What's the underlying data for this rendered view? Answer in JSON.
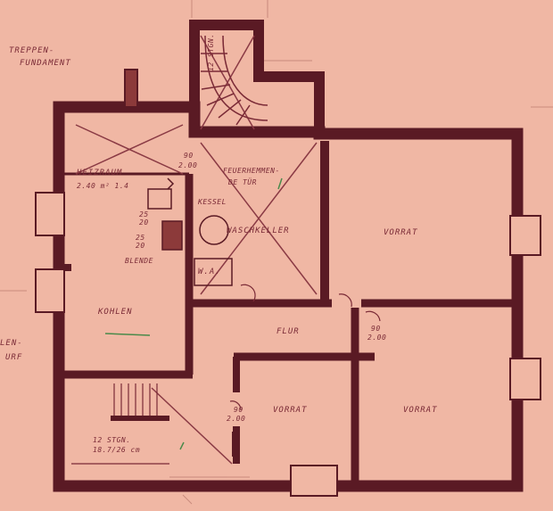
{
  "colors": {
    "paper": "#f0b7a4",
    "wall": "#5a1a24",
    "ink": "#7a2a36",
    "pencil": "#4a8a4a"
  },
  "labels": {
    "treppen_fundament_1": "TREPPEN-",
    "treppen_fundament_2": "FUNDAMENT",
    "heizraum": "HEIZRAUM",
    "heizraum_area": "2.40 m² 1.4",
    "door_top": "90",
    "door_top_h": "2.00",
    "feuerhemmende_1": "FEUERHEMMEN-",
    "feuerhemmende_2": "DE TÜR",
    "kessel": "KESSEL",
    "waschkeller": "WASCHKELLER",
    "vorrat_top": "VORRAT",
    "blende": "BLENDE",
    "wa": "W.A.",
    "kohlen": "KOHLEN",
    "flur": "FLUR",
    "door_flur": "90",
    "door_flur_h": "2.00",
    "door_vorrat": "90",
    "door_vorrat_h": "2.00",
    "vorrat_left": "VORRAT",
    "vorrat_right": "VORRAT",
    "stair_1": "12 STGN.",
    "stair_2": "18.7/26 cm",
    "stair_top": "12 STGN.",
    "dim_25_1": "25",
    "dim_25_2": "20",
    "dim_25_3": "25",
    "dim_25_4": "20",
    "left_edge_1": "LEN-",
    "left_edge_2": "URF"
  }
}
